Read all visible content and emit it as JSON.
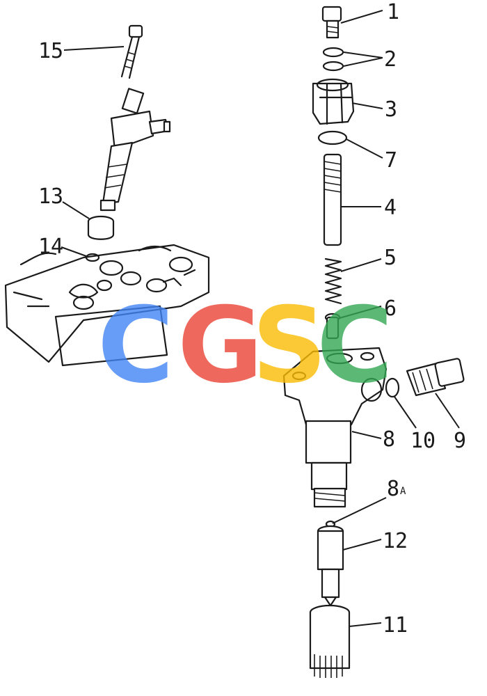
{
  "parts": [
    {
      "id": "p1",
      "label": "1"
    },
    {
      "id": "p2",
      "label": "2"
    },
    {
      "id": "p3",
      "label": "3"
    },
    {
      "id": "p7",
      "label": "7"
    },
    {
      "id": "p4",
      "label": "4"
    },
    {
      "id": "p5",
      "label": "5"
    },
    {
      "id": "p6",
      "label": "6"
    },
    {
      "id": "p8",
      "label": "8"
    },
    {
      "id": "p10",
      "label": "10"
    },
    {
      "id": "p9",
      "label": "9"
    },
    {
      "id": "p8a",
      "label": "8",
      "suffix": "A"
    },
    {
      "id": "p12",
      "label": "12"
    },
    {
      "id": "p11",
      "label": "11"
    },
    {
      "id": "p15",
      "label": "15"
    },
    {
      "id": "p13",
      "label": "13"
    },
    {
      "id": "p14",
      "label": "14"
    }
  ],
  "watermark": {
    "letters": [
      "C",
      "G",
      "S",
      "C"
    ],
    "colors": [
      "#4285f4",
      "#ea4335",
      "#fbbc05",
      "#34a853"
    ]
  }
}
